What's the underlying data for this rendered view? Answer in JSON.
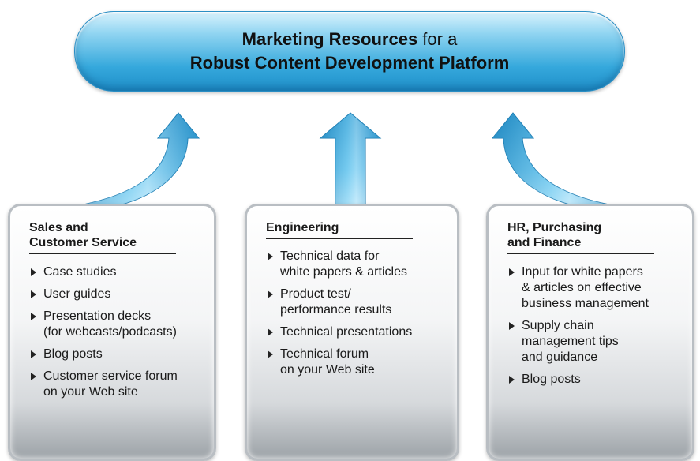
{
  "banner": {
    "line1_bold": "Marketing Resources",
    "line1_rest": " for a",
    "line2": "Robust Content Development Platform"
  },
  "panels": [
    {
      "heading_line1": "Sales and",
      "heading_line2": "Customer Service",
      "items": [
        {
          "l1": "Case studies",
          "l2": ""
        },
        {
          "l1": "User guides",
          "l2": ""
        },
        {
          "l1": "Presentation decks",
          "l2": "(for webcasts/podcasts)"
        },
        {
          "l1": "Blog posts",
          "l2": ""
        },
        {
          "l1": "Customer service forum",
          "l2": "on your Web site"
        }
      ]
    },
    {
      "heading_line1": "Engineering",
      "heading_line2": "",
      "items": [
        {
          "l1": "Technical data for",
          "l2": "white papers & articles"
        },
        {
          "l1": "Product test/",
          "l2": "performance results"
        },
        {
          "l1": "Technical presentations",
          "l2": ""
        },
        {
          "l1": "Technical forum",
          "l2": "on your Web site"
        }
      ]
    },
    {
      "heading_line1": "HR, Purchasing",
      "heading_line2": "and Finance",
      "items": [
        {
          "l1": "Input for white papers",
          "l2": "& articles on effective",
          "l3": "business management"
        },
        {
          "l1": "Supply chain",
          "l2": "management tips",
          "l3": "and guidance"
        },
        {
          "l1": "Blog posts",
          "l2": ""
        }
      ]
    }
  ],
  "colors": {
    "banner_blue": "#35a8dc",
    "arrow_blue": "#2c9fd6",
    "panel_gray": "#d6d9dc"
  }
}
